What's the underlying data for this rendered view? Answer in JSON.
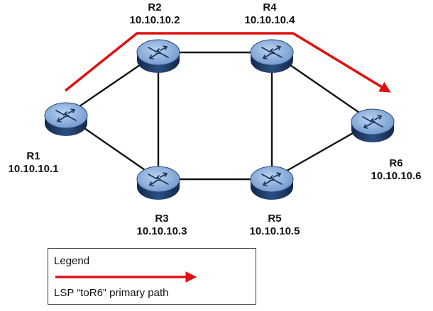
{
  "routers": [
    {
      "name": "R1",
      "ip": "10.10.10.1"
    },
    {
      "name": "R2",
      "ip": "10.10.10.2"
    },
    {
      "name": "R3",
      "ip": "10.10.10.3"
    },
    {
      "name": "R4",
      "ip": "10.10.10.4"
    },
    {
      "name": "R5",
      "ip": "10.10.10.5"
    },
    {
      "name": "R6",
      "ip": "10.10.10.6"
    }
  ],
  "links": [
    [
      "R1",
      "R2"
    ],
    [
      "R1",
      "R3"
    ],
    [
      "R2",
      "R4"
    ],
    [
      "R2",
      "R3"
    ],
    [
      "R3",
      "R5"
    ],
    [
      "R4",
      "R5"
    ],
    [
      "R4",
      "R6"
    ],
    [
      "R5",
      "R6"
    ]
  ],
  "primary_path": [
    "R1",
    "R2",
    "R4",
    "R6"
  ],
  "legend": {
    "title": "Legend",
    "entry_label": "LSP “toR6” primary path"
  },
  "colors": {
    "router_top": "#8fb4e0",
    "router_side": "#1f3c66",
    "link": "#111111",
    "path": "#e01010"
  }
}
